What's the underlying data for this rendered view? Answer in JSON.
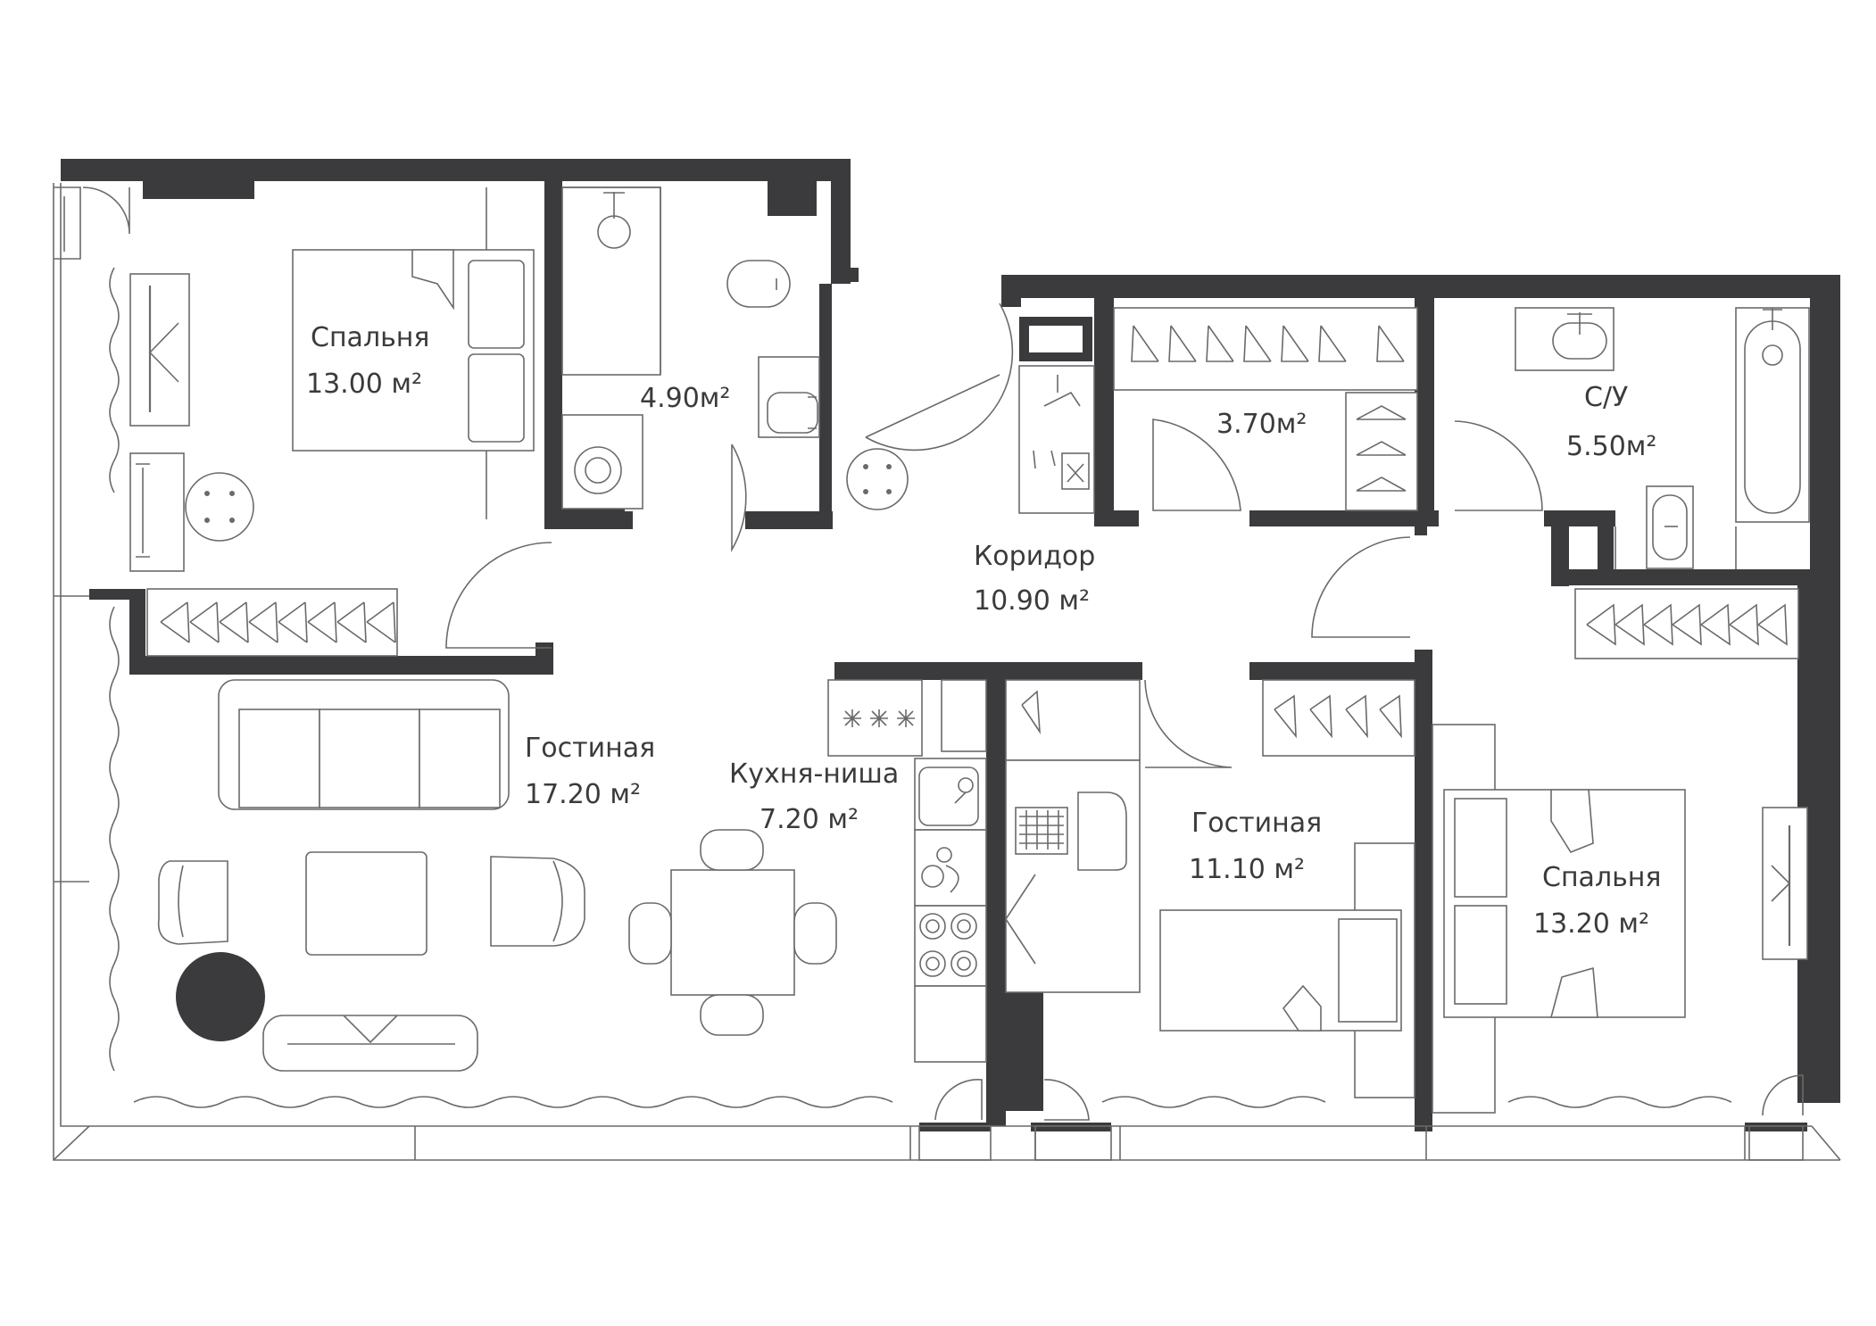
{
  "rooms": {
    "bedroom_left": {
      "name": "Спальня",
      "area": "13.00 м²"
    },
    "bathroom_small": {
      "name": "",
      "area": "4.90м²"
    },
    "wardrobe": {
      "name": "",
      "area": "3.70м²"
    },
    "bathroom_right": {
      "name": "С/У",
      "area": "5.50м²"
    },
    "corridor": {
      "name": "Коридор",
      "area": "10.90 м²"
    },
    "living_left": {
      "name": "Гостиная",
      "area": "17.20 м²"
    },
    "kitchen": {
      "name": "Кухня-ниша",
      "area": "7.20 м²"
    },
    "living_right": {
      "name": "Гостиная",
      "area": "11.10 м²"
    },
    "bedroom_right": {
      "name": "Спальня",
      "area": "13.20 м²"
    }
  },
  "colors": {
    "wall": "#3b3b3d",
    "line": "#6a6a6a",
    "background": "#ffffff"
  }
}
